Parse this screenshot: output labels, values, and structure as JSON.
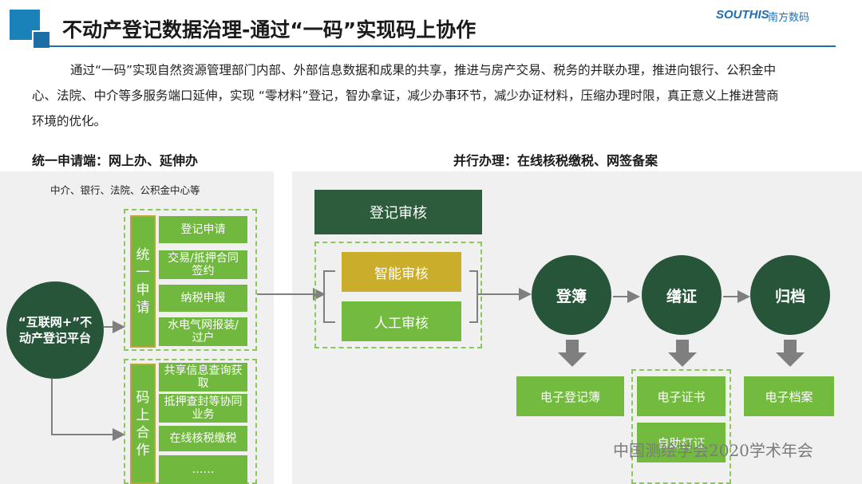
{
  "title": "不动产登记数据治理-通过“一码”实现码上协作",
  "logo": {
    "text": "SOUTHIS",
    "cn": "南方数码"
  },
  "intro": "通过“一码”实现自然资源管理部门内部、外部信息数据和成果的共享，推进与房产交易、税务的并联办理，推进向银行、公积金中心、法院、中介等多服务端口延伸，实现 “零材料”登记，智办拿证，减少办事环节，减少办证材料，压缩办理时限，真正意义上推进营商环境的优化。",
  "left_section": {
    "heading": "统一申请端：网上办、延伸办",
    "note": "中介、银行、法院、公积金中心等",
    "platform": "“互联网+”不动产登记平台",
    "group1": {
      "label": "统一申请",
      "items": [
        "登记申请",
        "交易/抵押合同签约",
        "纳税申报",
        "水电气网报装/过户"
      ]
    },
    "group2": {
      "label": "码上合作",
      "items": [
        "共享信息查询获取",
        "抵押查封等协同业务",
        "在线核税缴税",
        "……"
      ]
    }
  },
  "right_section": {
    "heading": "并行办理：在线核税缴税、网签备案",
    "review_title": "登记审核",
    "review_items": [
      "智能审核",
      "人工审核"
    ],
    "steps": [
      "登簿",
      "缮证",
      "归档"
    ],
    "outputs": {
      "registry": "电子登记簿",
      "certificate": "电子证书",
      "self_print": "自助打证",
      "archive": "电子档案"
    }
  },
  "watermark": "中国测绘学会2020学术年会",
  "colors": {
    "dark_green": "#27553a",
    "green": "#70b93e",
    "gold": "#c9ad2b",
    "arrow_gray": "#7f7f7f"
  }
}
